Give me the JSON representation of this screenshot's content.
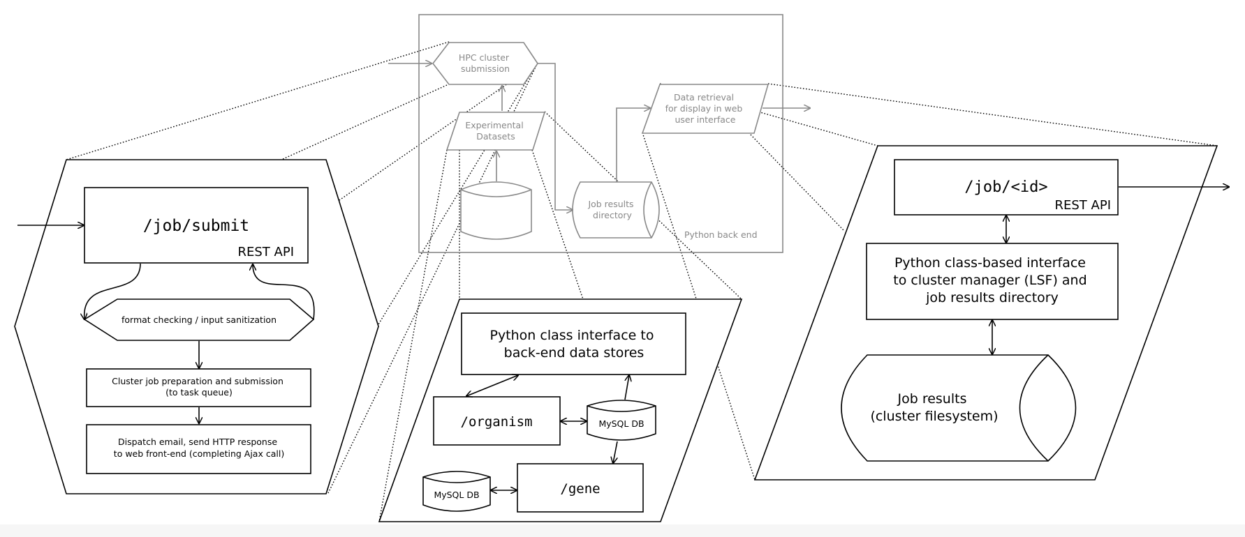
{
  "overview": {
    "hpc_submission": [
      "HPC cluster",
      "submission"
    ],
    "datasets": [
      "Experimental",
      "Datasets"
    ],
    "retrieval": [
      "Data retrieval",
      "for display in web",
      "user interface"
    ],
    "results_dir": [
      "Job results",
      "directory"
    ],
    "backend_label": "Python back end"
  },
  "submit_panel": {
    "endpoint": "/job/submit",
    "api_label": "REST API",
    "check": "format checking / input sanitization",
    "prep": [
      "Cluster job preparation and submission",
      "(to task queue)"
    ],
    "dispatch": [
      "Dispatch email, send HTTP response",
      "to web front-end (completing Ajax call)"
    ]
  },
  "data_panel": {
    "interface": [
      "Python class interface to",
      "back-end data stores"
    ],
    "organism": "/organism",
    "gene": "/gene",
    "db1": "MySQL DB",
    "db2": "MySQL DB"
  },
  "results_panel": {
    "endpoint": "/job/<id>",
    "api_label": "REST API",
    "interface": [
      "Python class-based interface",
      "to cluster manager (LSF) and",
      "job results directory"
    ],
    "storage": [
      "Job results",
      "(cluster filesystem)"
    ]
  },
  "colors": {
    "line": "#000000",
    "faded": "#888888",
    "background": "#ffffff"
  }
}
